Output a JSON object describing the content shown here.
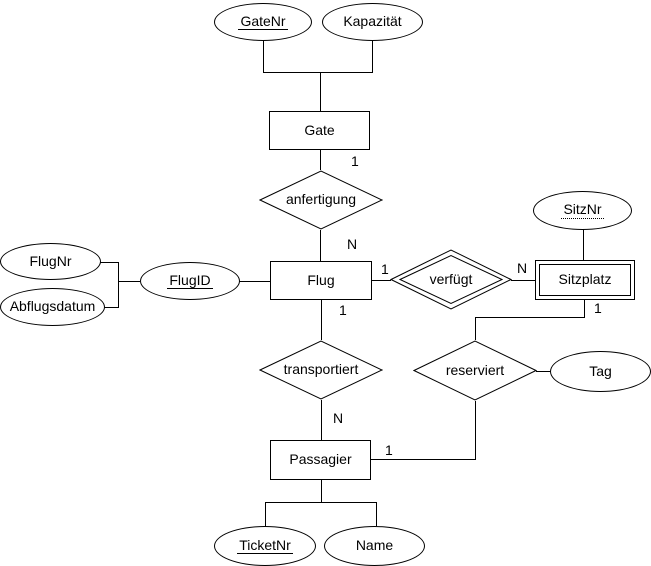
{
  "diagram_type": "entity-relationship",
  "colors": {
    "background": "#ffffff",
    "stroke": "#000000",
    "text": "#000000"
  },
  "entities": {
    "gate": {
      "label": "Gate"
    },
    "flug": {
      "label": "Flug"
    },
    "sitzplatz": {
      "label": "Sitzplatz",
      "weak": true
    },
    "passagier": {
      "label": "Passagier"
    }
  },
  "relationships": {
    "anfertigung": {
      "label": "anfertigung"
    },
    "verfuegt": {
      "label": "verfügt",
      "identifying": true
    },
    "transportiert": {
      "label": "transportiert"
    },
    "reserviert": {
      "label": "reserviert"
    }
  },
  "attributes": {
    "gatenr": {
      "label": "GateNr",
      "key": "primary"
    },
    "kapazitaet": {
      "label": "Kapazität",
      "key": "none"
    },
    "flugnr": {
      "label": "FlugNr",
      "key": "none"
    },
    "abflugsdatum": {
      "label": "Abflugsdatum",
      "key": "none"
    },
    "flugid": {
      "label": "FlugID",
      "key": "primary"
    },
    "sitznr": {
      "label": "SitzNr",
      "key": "partial"
    },
    "tag": {
      "label": "Tag",
      "key": "none"
    },
    "ticketnr": {
      "label": "TicketNr",
      "key": "primary"
    },
    "name": {
      "label": "Name",
      "key": "none"
    }
  },
  "cardinalities": {
    "gate_anfertigung": "1",
    "anfertigung_flug": "N",
    "flug_verfuegt": "1",
    "verfuegt_sitzplatz": "N",
    "flug_transportiert": "1",
    "transportiert_passagier": "N",
    "sitzplatz_reserviert": "1",
    "reserviert_passagier": "1"
  }
}
